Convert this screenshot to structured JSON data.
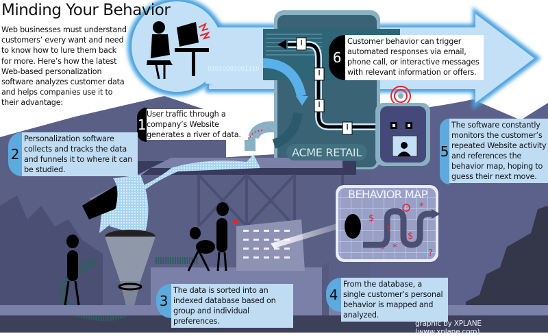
{
  "title": "Minding Your Behavior",
  "intro": "Web businesses must understand customers’ every want and need to know how to lure them back for more. Here’s how the latest Web-based personalization software analyzes customer data and helps companies use it to their advantage:",
  "steps": [
    {
      "number": "1",
      "text": "User traffic through a company’s Website generates a river of data."
    },
    {
      "number": "2",
      "text": "Personalization software collects and tracks the data and funnels it to where it can be studied."
    },
    {
      "number": "3",
      "text": "The data is sorted into an indexed database based on group and individual preferences."
    },
    {
      "number": "4",
      "text": "From the database, a single customer’s personal behavior is mapped and analyzed."
    },
    {
      "number": "5",
      "text": "The software constantly monitors the customer’s repeated Website activity and references the behavior map, hoping to guess their next move."
    },
    {
      "number": "6",
      "text": "Customer behavior can trigger automated responses via email, phone call, or interactive messages with relevant information or offers."
    }
  ],
  "labels": {
    "acme_retail": "ACME RETAIL",
    "behavior_map": "BEHAVIOR MAP",
    "binary_stream": "01010001001110"
  },
  "credit": "graphic by XPLANE (www.xplane.com)",
  "colors": {
    "sky_blue": "#bfdcf3",
    "accent_blue": "#5ea9dd",
    "slate": "#5a5f85",
    "dark_slate": "#34364a",
    "teal": "#2e6577",
    "alert_red": "#e2262f"
  }
}
